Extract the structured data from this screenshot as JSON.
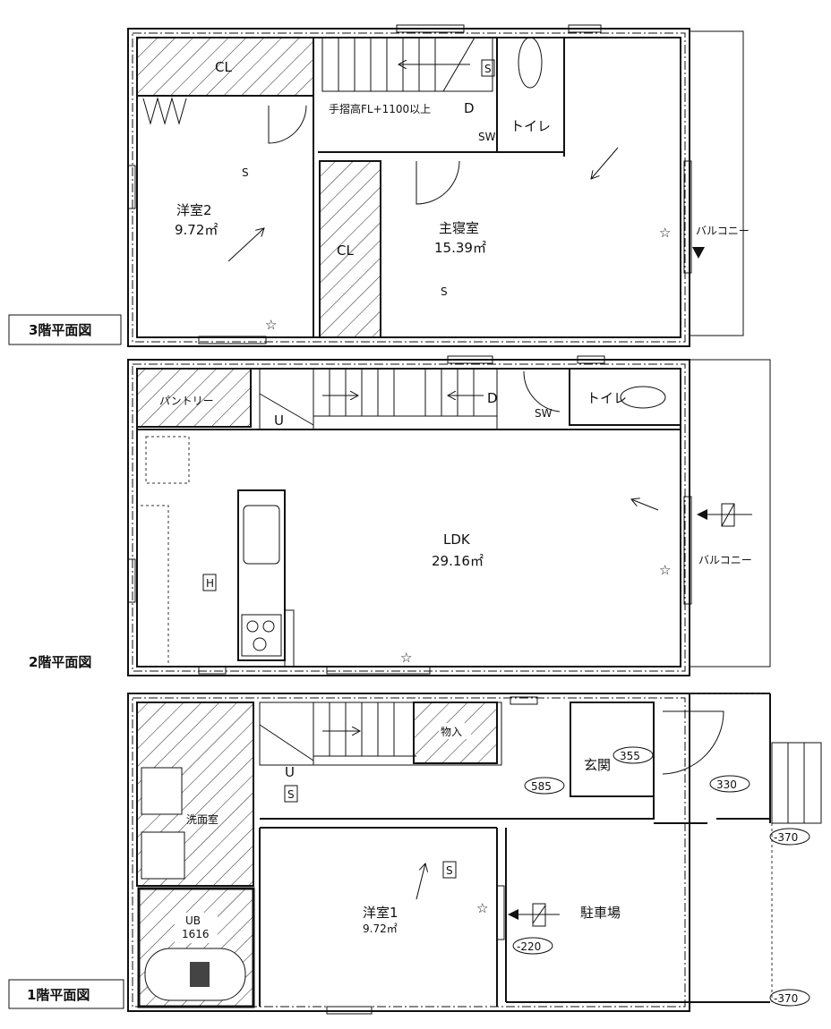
{
  "floors": {
    "f3": {
      "title": "3階平面図",
      "rooms": {
        "cl1": "CL",
        "room2": "洋室2",
        "room2_area": "9.72㎡",
        "handrail": "手摺高FL+1100以上",
        "down": "D",
        "sw": "SW",
        "toilet": "トイレ",
        "cl2": "CL",
        "master": "主寝室",
        "master_area": "15.39㎡",
        "balcony": "バルコニー",
        "s": "S"
      }
    },
    "f2": {
      "title": "2階平面図",
      "rooms": {
        "pantry": "パントリー",
        "up": "U",
        "down": "D",
        "sw": "SW",
        "toilet": "トイレ",
        "ldk": "LDK",
        "ldk_area": "29.16㎡",
        "balcony": "バルコニー",
        "h": "H"
      }
    },
    "f1": {
      "title": "1階平面図",
      "rooms": {
        "storage": "物入",
        "up": "U",
        "s": "S",
        "washroom": "洗面室",
        "ub": "UB",
        "ub_size": "1616",
        "entrance": "玄関",
        "room1": "洋室1",
        "room1_area": "9.72㎡",
        "parking": "駐車場"
      },
      "levels": [
        "585",
        "355",
        "330",
        "-370",
        "-220",
        "-370"
      ]
    }
  }
}
